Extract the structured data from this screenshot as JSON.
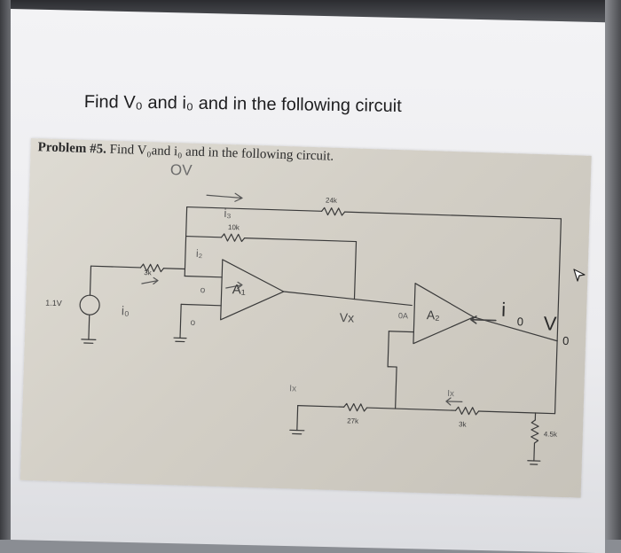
{
  "question": {
    "text": "Find V₀ and i₀ and in the following circuit"
  },
  "photo": {
    "problem_label": "Problem #5.",
    "problem_text": "Find V₀and i₀ and in the following circuit."
  },
  "circuit": {
    "source_label": "1.1V",
    "annotations": {
      "top_node": "OV",
      "i3": "i₃",
      "i2": "i₂",
      "i0_left": "i₀",
      "zero_a": "o",
      "zero_b": "o",
      "vx": "Vx",
      "zero_amp": "0A",
      "ix": "Ix",
      "ix2": "Ix",
      "i0_out": "i",
      "i0_out_sub": "0",
      "vo": "V",
      "vo_sub": "0"
    },
    "resistors": {
      "r_in": "3k",
      "r_mid": "10k",
      "r_top": "24k",
      "r_bottom": "27k",
      "r_right": "3k",
      "r_out": "4.5k"
    },
    "opamps": {
      "a1": "A₁",
      "a2": "A₂"
    }
  },
  "icons": {
    "cursor": "mouse-pointer-icon"
  }
}
